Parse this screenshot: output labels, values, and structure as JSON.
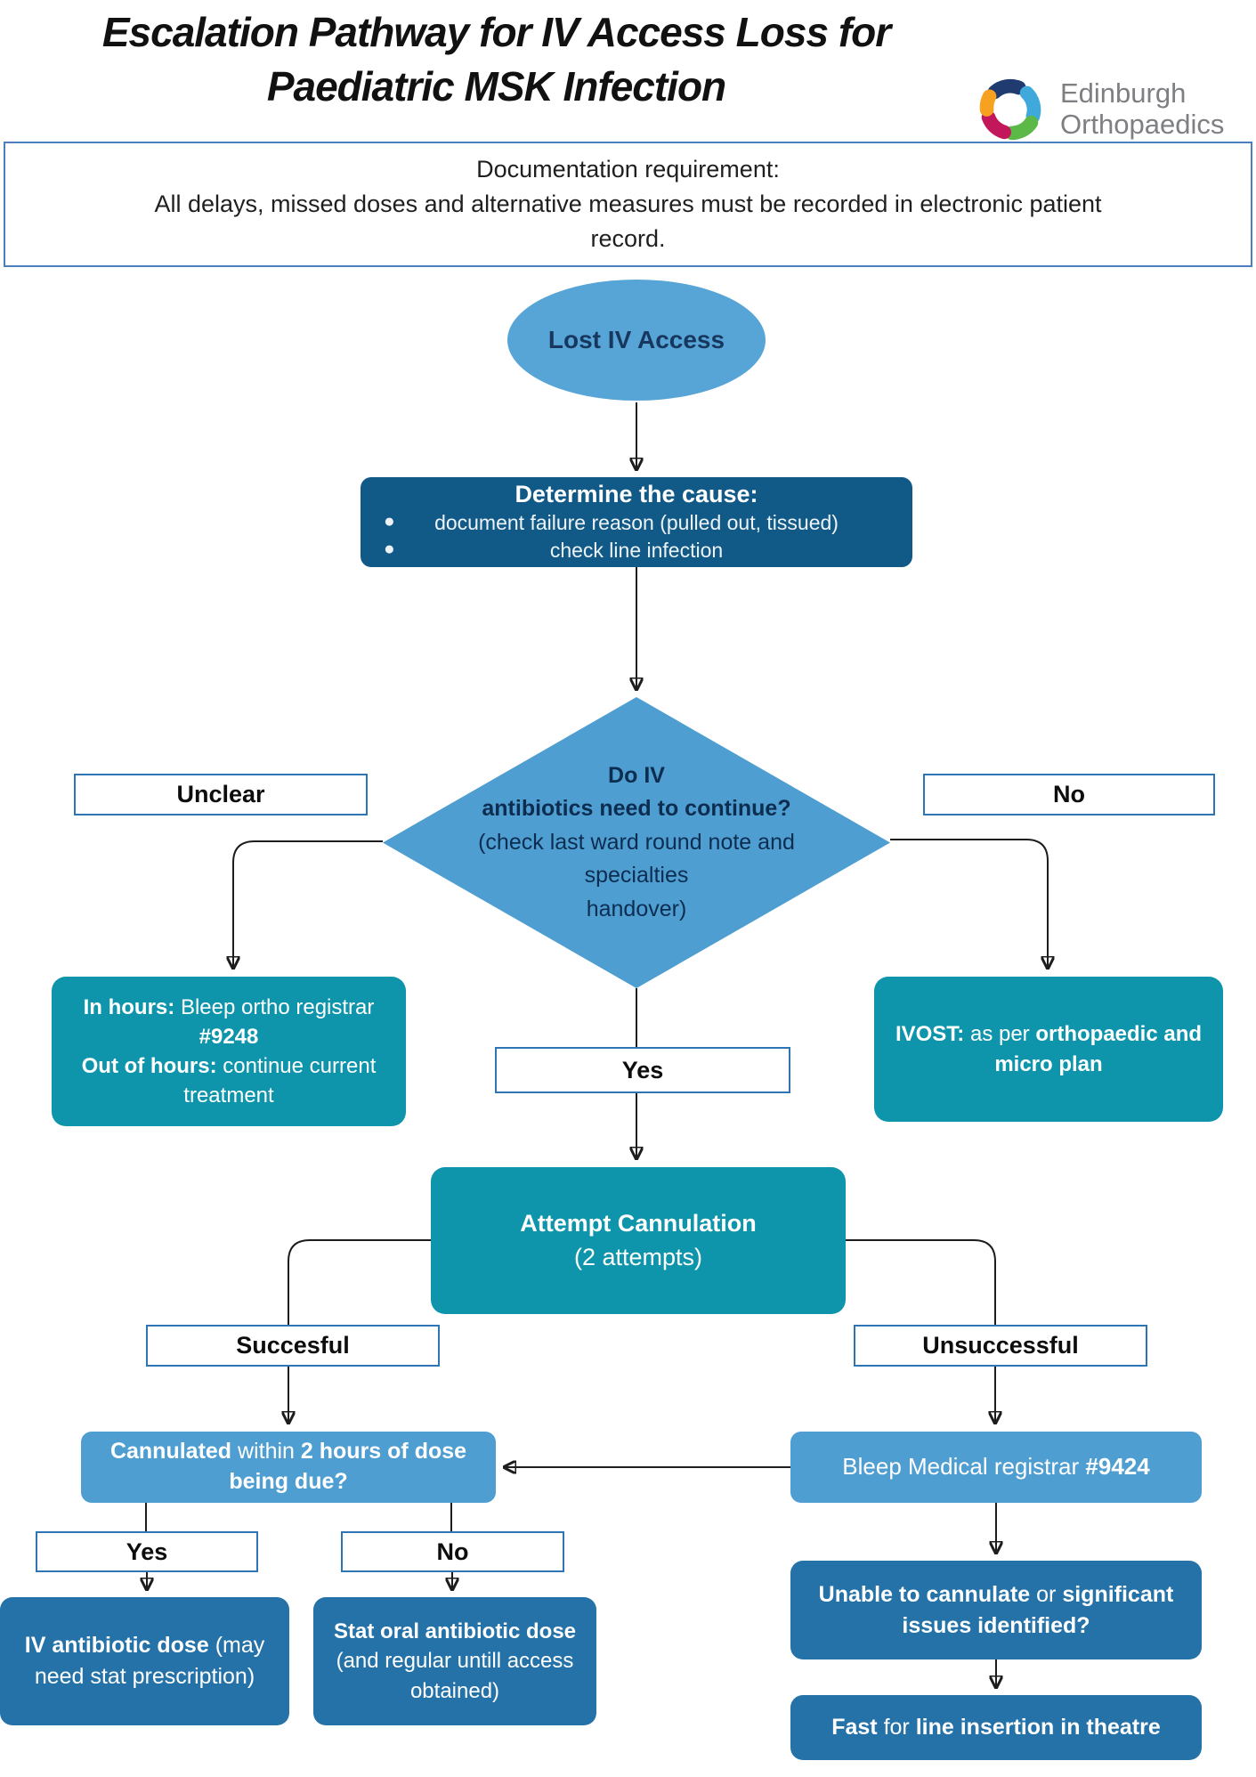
{
  "colors": {
    "ellipse_blue": "#57a5d6",
    "medium_blue": "#4f9ed2",
    "dark_navy_box": "#115a88",
    "teal": "#0e95ab",
    "bottom_blue": "#2472a8",
    "label_border": "#2e75b6",
    "doc_border": "#4d7ebf",
    "logo_navy": "#1f3b70",
    "logo_lightblue": "#3fa9dc",
    "logo_green": "#5cb847",
    "logo_magenta": "#c2185b",
    "logo_orange": "#f6a11f"
  },
  "header": {
    "title_line1": "Escalation Pathway for IV Access Loss for",
    "title_line2": "Paediatric MSK Infection",
    "logo_line1": "Edinburgh",
    "logo_line2": "Orthopaedics"
  },
  "documentation": {
    "heading": "Documentation requirement:",
    "body_line1": "All delays, missed doses and alternative measures must be recorded in electronic patient",
    "body_line2": "record."
  },
  "flow": {
    "start": "Lost IV Access",
    "determine": {
      "heading": "Determine the cause:",
      "bullet1": "document failure reason (pulled out, tissued)",
      "bullet2": "check line infection"
    },
    "decision": {
      "bold_line1": "Do IV",
      "bold_line2": "antibiotics need to continue?",
      "line3": "(check last ward round note and",
      "line4": "specialties",
      "line5": "handover)"
    },
    "labels": {
      "unclear": "Unclear",
      "no_right": "No",
      "yes_center": "Yes",
      "successful": "Succesful",
      "unsuccessful": "Unsuccessful",
      "yes_bottom": "Yes",
      "no_bottom": "No"
    },
    "in_hours": {
      "b1": "In hours:",
      "r1": "Bleep ortho registrar",
      "b2": "#9248",
      "b3": "Out of hours:",
      "r2": "continue current",
      "r3": "treatment"
    },
    "ivost": {
      "b1": "IVOST:",
      "r1": "as per",
      "b2": "orthopaedic and",
      "b3": "micro plan"
    },
    "attempt": {
      "b1": "Attempt Cannulation",
      "r1": "(2 attempts)"
    },
    "cannulated": {
      "b1": "Cannulated",
      "r1": "within",
      "b2": "2 hours of dose",
      "b3": "being due?"
    },
    "bleep": {
      "r1": "Bleep Medical registrar",
      "b1": "#9424"
    },
    "iv_dose": {
      "b1": "IV antibiotic dose",
      "r1": "(may",
      "r2": "need stat prescription)"
    },
    "stat_oral": {
      "b1": "Stat oral antibiotic dose",
      "r1": "(and regular untill access",
      "r2": "obtained)"
    },
    "unable": {
      "b1": "Unable to cannulate",
      "r1": "or",
      "b2": "significant",
      "b3": "issues identified?"
    },
    "fast": {
      "b1": "Fast",
      "r1": "for",
      "b2": "line insertion in theatre"
    }
  }
}
